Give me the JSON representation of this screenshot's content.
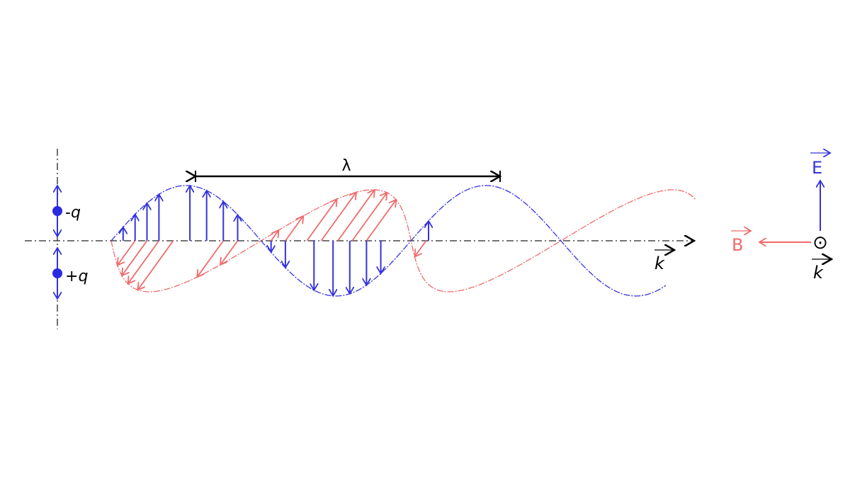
{
  "colors": {
    "electric": "#3333dd",
    "magnetic": "#f06a6a",
    "axis": "#222222",
    "background": "#ffffff"
  },
  "labels": {
    "lambda": "λ",
    "k_axis": "k",
    "charge_negative_sign": "-",
    "charge_negative_symbol": "q",
    "charge_positive_sign": "+",
    "charge_positive_symbol": "q",
    "legend_e": "E",
    "legend_b": "B",
    "legend_k": "k",
    "legend_k_symbol": "⊙"
  },
  "wave": {
    "cycles": 1.85,
    "e_arrow_phases": [
      0.25,
      0.5,
      0.75,
      1.0,
      1.65,
      2.0,
      2.35,
      2.65,
      3.0,
      3.35,
      3.65,
      4.25,
      4.65,
      5.0,
      5.35,
      5.65,
      6.35,
      6.65
    ],
    "b_arrow_phases": [
      0.5,
      0.75,
      1.0,
      1.3,
      2.35,
      2.65,
      3.0,
      3.35,
      3.65,
      4.1,
      4.4,
      4.75,
      5.05,
      5.35,
      6.3,
      6.6
    ]
  }
}
